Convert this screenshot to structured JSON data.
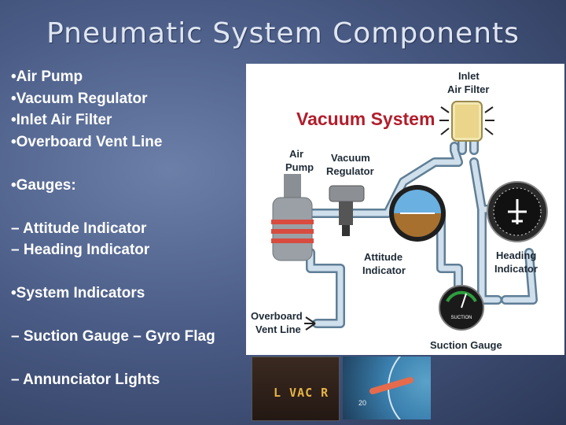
{
  "slide": {
    "title": "Pneumatic System Components",
    "bullets": {
      "air_pump": "•Air Pump",
      "vacuum_regulator": "•Vacuum Regulator",
      "inlet_air_filter": "•Inlet Air Filter",
      "overboard_vent_line": "•Overboard Vent Line",
      "gauges": "•Gauges:",
      "attitude_indicator": "– Attitude Indicator",
      "heading_indicator": "– Heading Indicator",
      "system_indicators": "•System Indicators",
      "suction_gyro": "– Suction Gauge – Gyro Flag",
      "annunciator": "–   Annunciator Lights"
    }
  },
  "diagram": {
    "title": "Vacuum System",
    "labels": {
      "inlet_1": "Inlet",
      "inlet_2": "Air Filter",
      "air_1": "Air",
      "air_2": "Pump",
      "vac_1": "Vacuum",
      "vac_2": "Regulator",
      "att_1": "Attitude",
      "att_2": "Indicator",
      "head_1": "Heading",
      "head_2": "Indicator",
      "over_1": "Overboard",
      "over_2": "Vent Line",
      "suction_gauge": "Suction Gauge",
      "suction_face": "SUCTION"
    }
  },
  "photos": {
    "annunciator_text": "L  VAC  R",
    "gauge_number": "20"
  }
}
